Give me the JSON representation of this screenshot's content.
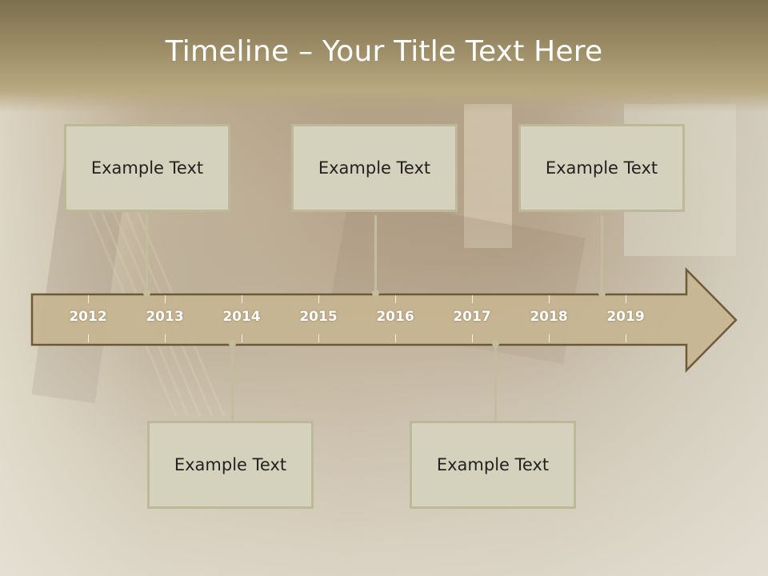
{
  "slide": {
    "title": "Timeline – Your Title Text Here",
    "colors": {
      "title_band": "#8f8160",
      "arrow_fill": "#c7b591",
      "arrow_stroke": "#6e5a36",
      "box_fill": "#d4d2bc",
      "box_border": "#bcb898",
      "year_text": "#ffffff"
    }
  },
  "timeline": {
    "years": [
      "2012",
      "2013",
      "2014",
      "2015",
      "2016",
      "2017",
      "2018",
      "2019"
    ]
  },
  "events": [
    {
      "label": "Example Text"
    },
    {
      "label": "Example Text"
    },
    {
      "label": "Example Text"
    },
    {
      "label": "Example Text"
    },
    {
      "label": "Example Text"
    }
  ]
}
